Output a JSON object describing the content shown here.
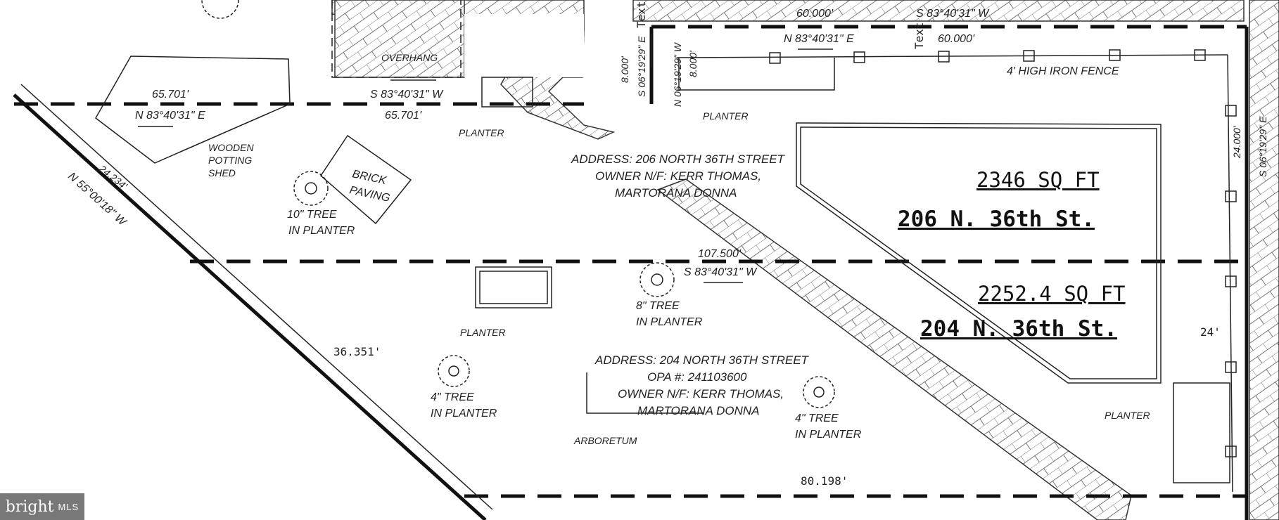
{
  "lots": [
    {
      "area": "2346 SQ FT",
      "street": "206 N. 36th St.",
      "address": "ADDRESS: 206 NORTH 36TH STREET",
      "owner_line1": "OWNER N/F: KERR THOMAS,",
      "owner_line2": "MARTORANA DONNA"
    },
    {
      "area": "2252.4 SQ FT",
      "street": "204 N. 36th St.",
      "address": "ADDRESS: 204 NORTH 36TH STREET",
      "opa": "OPA #: 241103600",
      "owner_line1": "OWNER N/F: KERR THOMAS,",
      "owner_line2": "MARTORANA DONNA"
    }
  ],
  "dimensions": {
    "top_left_len": "65.701'",
    "top_left_bearing": "N 83°40'31\" E",
    "top_left_bearing_below": "S 83°40'31\" W",
    "top_left_len_below": "65.701'",
    "top_right_len": "60.000'",
    "top_right_bearing": "S 83°40'31\" W",
    "fence_bearing": "N 83°40'31\" E",
    "fence_len": "60.000'",
    "left_jog_bearing": "S 06°19'29\" E",
    "left_jog_len": "8.000'",
    "right_jog_bearing": "N 06°19'29\" W",
    "right_jog_len": "8.000'",
    "diag_len": "24.234'",
    "diag_bearing": "N 55°00'18\" W",
    "mid_len": "107.500'",
    "mid_bearing": "S 83°40'31\" W",
    "right_len": "24.000'",
    "right_bearing": "S 06°19'29\" E",
    "right_short": "24'",
    "left_side": "36.351'",
    "bottom": "80.198'"
  },
  "labels": {
    "overhang": "OVERHANG",
    "planter": "PLANTER",
    "iron_fence": "4' HIGH IRON FENCE",
    "shed_1": "WOODEN",
    "shed_2": "POTTING",
    "shed_3": "SHED",
    "brick_1": "BRICK",
    "brick_2": "PAVING",
    "tree10_1": "10\" TREE",
    "tree10_2": "IN PLANTER",
    "tree8_1": "8\" TREE",
    "tree8_2": "IN PLANTER",
    "tree4a_1": "4\" TREE",
    "tree4a_2": "IN PLANTER",
    "tree4b_1": "4\" TREE",
    "tree4b_2": "IN PLANTER",
    "arboretum": "ARBORETUM",
    "text_1": "Text",
    "text_2": "Text"
  },
  "watermark": {
    "brand": "bright",
    "suffix": "MLS"
  }
}
